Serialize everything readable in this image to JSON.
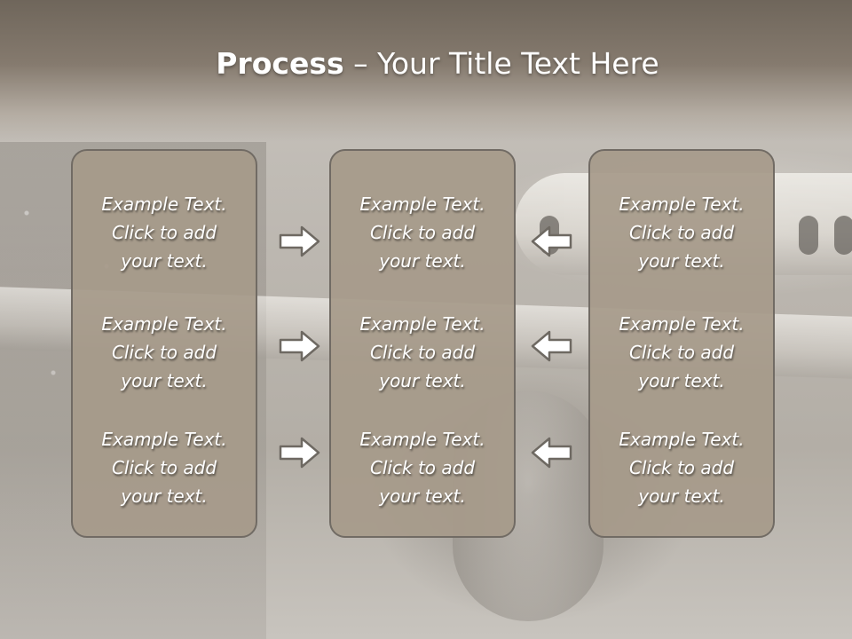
{
  "slide": {
    "title_bold": "Process",
    "title_rest": " – Your Title Text Here"
  },
  "columns": [
    {
      "items": [
        {
          "line1": "Example Text.",
          "line2": "Click  to add",
          "line3": "your text."
        },
        {
          "line1": "Example Text.",
          "line2": "Click  to add",
          "line3": "your text."
        },
        {
          "line1": "Example Text.",
          "line2": "Click  to add",
          "line3": "your text."
        }
      ]
    },
    {
      "items": [
        {
          "line1": "Example Text.",
          "line2": "Click  to add",
          "line3": "your text."
        },
        {
          "line1": "Example Text.",
          "line2": "Click  to add",
          "line3": "your text."
        },
        {
          "line1": "Example Text.",
          "line2": "Click  to add",
          "line3": "your text."
        }
      ]
    },
    {
      "items": [
        {
          "line1": "Example Text.",
          "line2": "Click  to add",
          "line3": "your text."
        },
        {
          "line1": "Example Text.",
          "line2": "Click  to add",
          "line3": "your text."
        },
        {
          "line1": "Example Text.",
          "line2": "Click  to add",
          "line3": "your text."
        }
      ]
    }
  ],
  "arrows": {
    "left_group": "arrow-right-icon",
    "right_group": "arrow-left-icon"
  },
  "colors": {
    "panel_fill": "#a69a8a",
    "panel_border": "#716b64",
    "header_top": "#6f665b",
    "text": "#ffffff"
  }
}
